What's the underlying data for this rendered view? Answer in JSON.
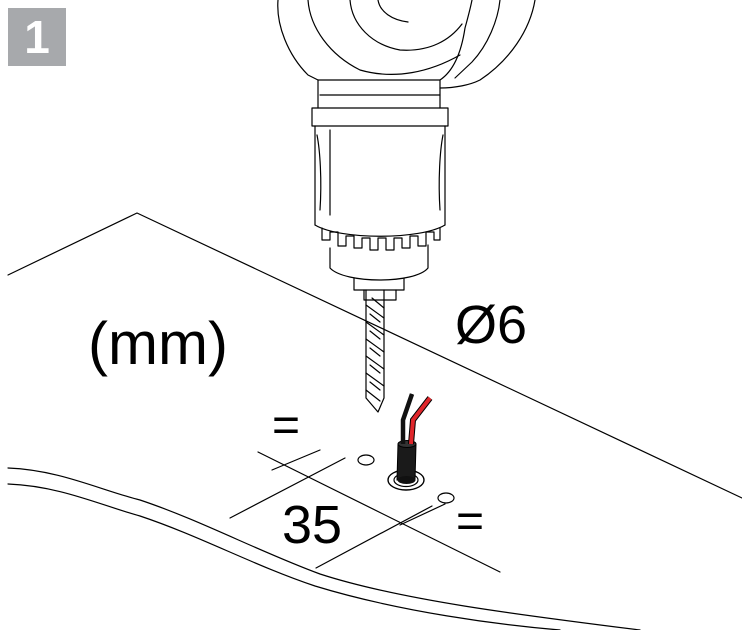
{
  "step": {
    "number": "1",
    "color": "#a7a9ac"
  },
  "labels": {
    "unit": "(mm)",
    "drill_diameter": "Ø6",
    "equal_top": "=",
    "equal_right": "=",
    "spacing": "35"
  },
  "colors": {
    "line": "#000000",
    "wire_red": "#e0262b",
    "wire_black": "#111111"
  }
}
